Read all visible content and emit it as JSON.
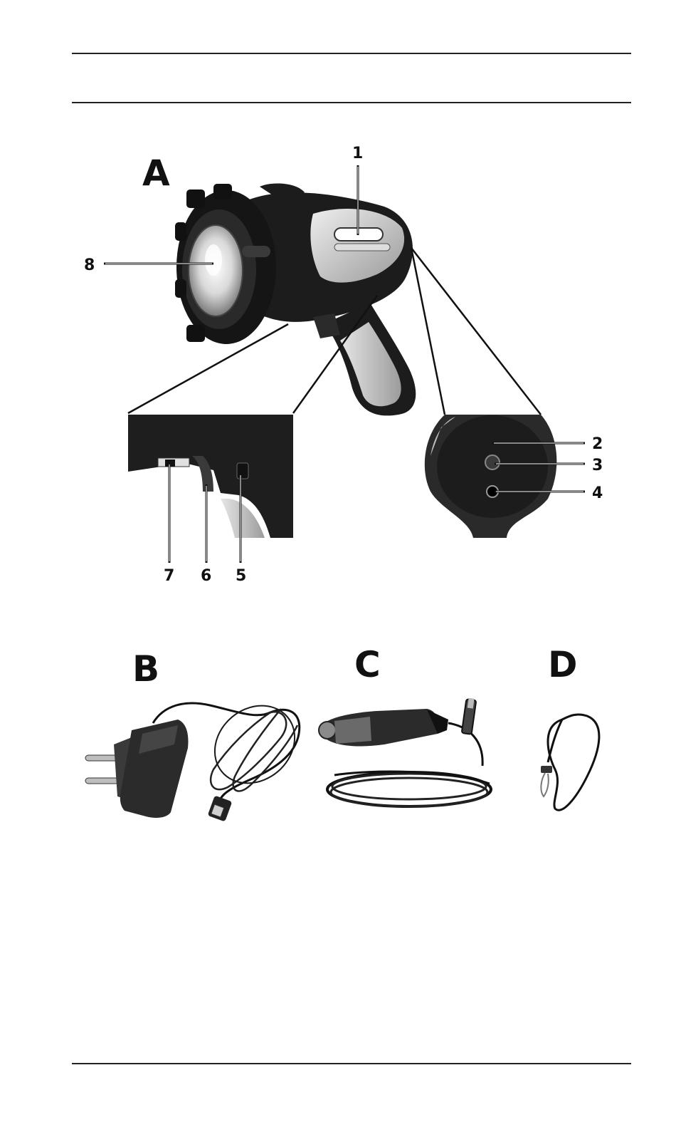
{
  "figure_a": {
    "letter": "A",
    "callouts": {
      "c1": "1",
      "c2": "2",
      "c3": "3",
      "c4": "4",
      "c5": "5",
      "c6": "6",
      "c7": "7",
      "c8": "8"
    }
  },
  "figure_b": {
    "letter": "B",
    "icon": "power-adapter"
  },
  "figure_c": {
    "letter": "C",
    "icon": "car-charger"
  },
  "figure_d": {
    "letter": "D",
    "icon": "lanyard"
  },
  "colors": {
    "ink": "#111111",
    "silver": "#c8c8c8",
    "body": "#1c1c1c"
  }
}
